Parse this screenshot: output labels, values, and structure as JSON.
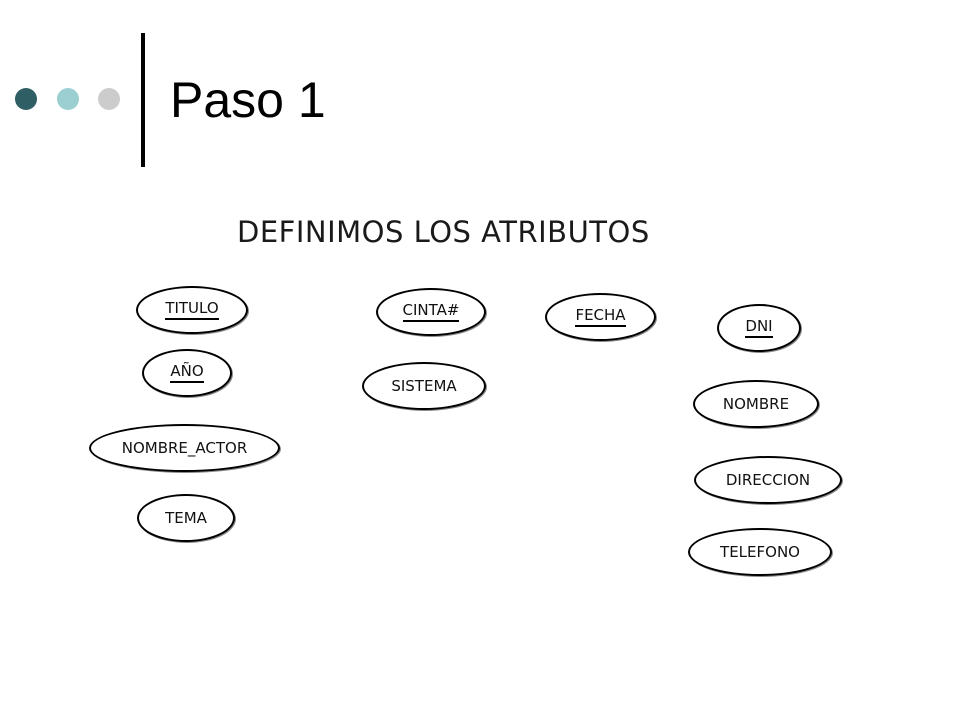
{
  "slide": {
    "title": "Paso 1",
    "subtitle": "DEFINIMOS LOS ATRIBUTOS"
  },
  "colors": {
    "bullet_dark": "#2f5f64",
    "bullet_light": "#9ccfd2",
    "bullet_gray": "#cccccc"
  },
  "attributes": {
    "titulo": "TITULO",
    "anio": "AÑO",
    "nombre_actor": "NOMBRE_ACTOR",
    "tema": "TEMA",
    "cinta": "CINTA#",
    "sistema": "SISTEMA",
    "fecha": "FECHA",
    "dni": "DNI",
    "nombre": "NOMBRE",
    "direccion": "DIRECCION",
    "telefono": "TELEFONO"
  }
}
